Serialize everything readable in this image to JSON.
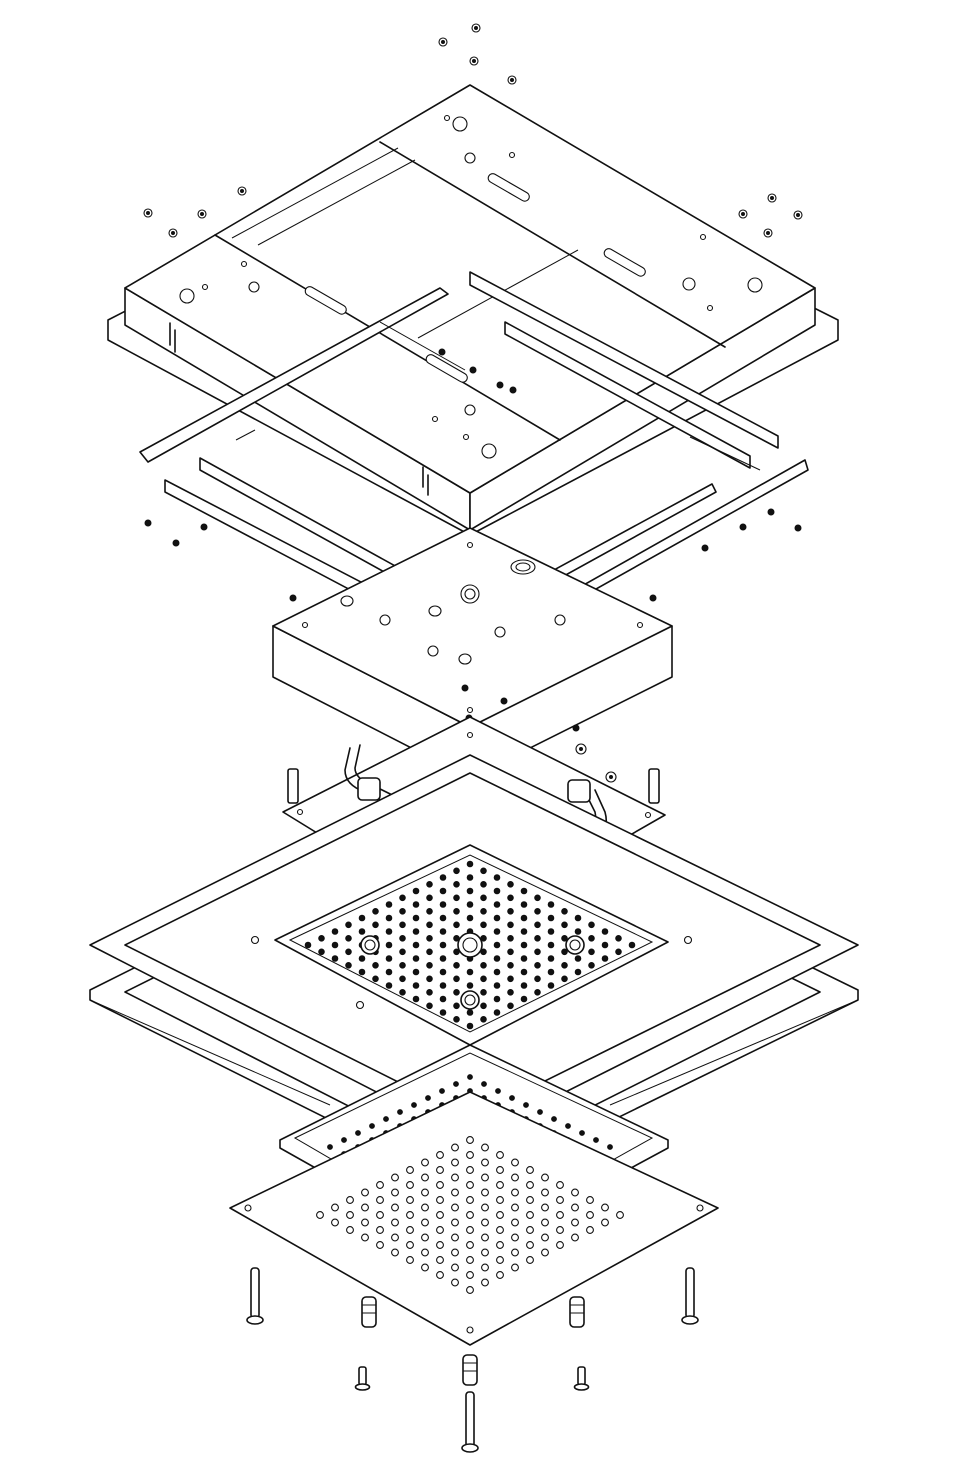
{
  "diagram": {
    "type": "exploded-isometric-assembly",
    "text_labels": [],
    "stroke_color": "#111111",
    "background_color": "#ffffff",
    "components": [
      "top-housing-cover",
      "mounting-rails",
      "junction-box",
      "piping-manifold",
      "mounting-plate",
      "outer-trim-frame",
      "nozzle-panel",
      "perforated-diffuser",
      "face-plate",
      "fasteners"
    ]
  }
}
